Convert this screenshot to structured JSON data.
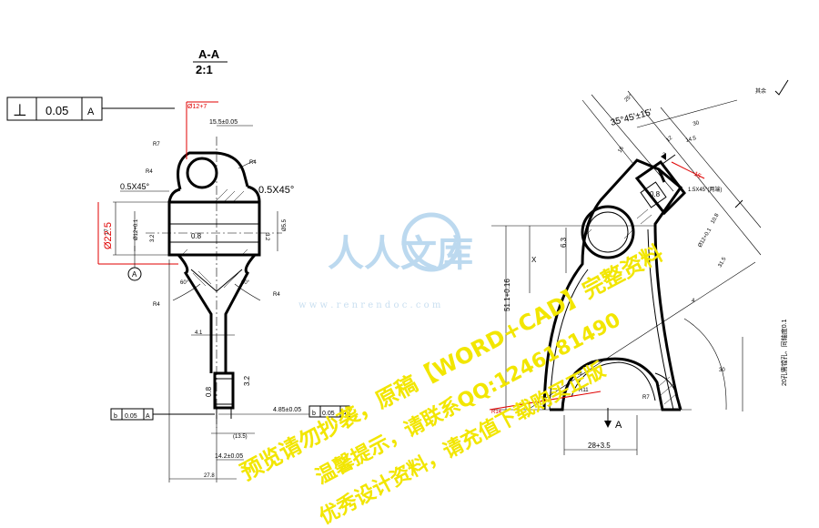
{
  "section_view": {
    "name": "A-A",
    "scale": "2:1"
  },
  "fcf": {
    "symbol": "⊥",
    "tolerance": "0.05",
    "datum": "A"
  },
  "left_view": {
    "dims": {
      "d12": "Ø12+7",
      "pos15": "15.5±0.05",
      "r1": "R7",
      "r2": "R4",
      "r3": "R4",
      "ch1": "0.5X45°",
      "ch2": "0.5X45°",
      "h17": "17",
      "d12b": "Ø12+0.1",
      "rough1": "3.2",
      "rough2": "0.8",
      "rough3": "3.2",
      "d5": "Ø5.5",
      "d22": "Ø22.5",
      "datum": "A",
      "r4": "R4",
      "r5": "R4",
      "a1": "60°",
      "a2": "60°",
      "w4": "4.1",
      "rough4": "0.8",
      "rough5": "3.2"
    },
    "bottom": {
      "fcf1": {
        "sym": "b",
        "tol": "0.05",
        "datum": "A"
      },
      "fcf2": {
        "sym": "b",
        "tol": "0.05",
        "datum": "A"
      },
      "dim485": "4.85±0.05",
      "dim135": "(13.5)",
      "dim142": "14.2±0.05",
      "dim278": "27.8"
    }
  },
  "right_view": {
    "dims": {
      "a35": "35°45'±15'",
      "ang25": "25°",
      "d30": "30",
      "d145": "14.5",
      "r15": "15",
      "r16": "16",
      "d12": "12",
      "d2": "2",
      "rough1": "0.8",
      "ch": "1.5X45°(两端)",
      "d90": "Ø12+0.1",
      "d6": "6.3",
      "x": "X",
      "d315": "31.5",
      "d108": "10.8",
      "d511": "51.1+0.16",
      "d4": "4",
      "r30": "30",
      "r8": "R8",
      "r11": "R11",
      "r7": "R7",
      "r14": "R14",
      "d28": "28+3.5",
      "arrowA": "A",
      "right_note": "20孔需镗孔、同轴度0.1",
      "tr_note": "其余"
    }
  },
  "watermark": {
    "logo_text": "人人文库",
    "url": "w w w . r e n r e n d o c . c o m",
    "line1": "预览请勿抄袭，原稿【WORD+CAD】完整资料",
    "line2": "温馨提示，请联系QQ:1246181490",
    "line3": "优秀设计资料，请充值下载购买正版"
  }
}
